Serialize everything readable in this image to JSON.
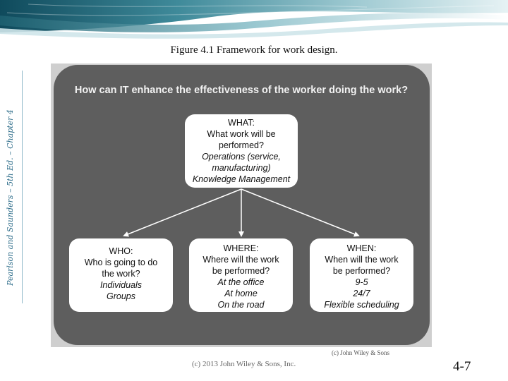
{
  "slide": {
    "side_label": "Pearlson and Saunders – 5th Ed. – Chapter 4",
    "figure_title": "Figure 4.1 Framework for work design.",
    "copyright_small": "(c) John Wiley & Sons",
    "copyright_main": "(c) 2013 John Wiley & Sons, Inc.",
    "page_number": "4-7"
  },
  "diagram": {
    "question": "How can IT enhance the effectiveness of the worker doing the work?",
    "what": {
      "heading": "WHAT:",
      "q1": "What work will be",
      "q2": "performed?",
      "i1": "Operations (service,",
      "i2": "manufacturing)",
      "i3": "Knowledge Management"
    },
    "who": {
      "heading": "WHO:",
      "q1": "Who is going to do",
      "q2": "the work?",
      "i1": "Individuals",
      "i2": "Groups"
    },
    "where": {
      "heading": "WHERE:",
      "q1": "Where will the work",
      "q2": "be performed?",
      "i1": "At the office",
      "i2": "At home",
      "i3": "On the road"
    },
    "when": {
      "heading": "WHEN:",
      "q1": "When will the work",
      "q2": "be performed?",
      "i1": "9-5",
      "i2": "24/7",
      "i3": "Flexible scheduling"
    }
  },
  "colors": {
    "panel": "#5e5e5e",
    "box": "#ffffff",
    "arrow": "#ffffff",
    "banner_teal": "#4f8ea0",
    "side_text": "#2e6d8a"
  }
}
